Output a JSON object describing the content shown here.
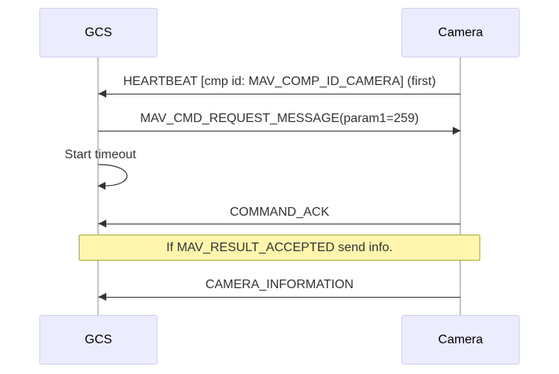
{
  "diagram": {
    "type": "sequence-diagram",
    "actors": {
      "left": {
        "name": "GCS"
      },
      "right": {
        "name": "Camera"
      }
    },
    "messages": [
      {
        "label": "HEARTBEAT [cmp id: MAV_COMP_ID_CAMERA] (first)",
        "from": "Camera",
        "to": "GCS",
        "kind": "solid-arrow"
      },
      {
        "label": "MAV_CMD_REQUEST_MESSAGE(param1=259)",
        "from": "GCS",
        "to": "Camera",
        "kind": "solid-arrow"
      },
      {
        "label": "Start timeout",
        "from": "GCS",
        "to": "GCS",
        "kind": "self-loop"
      },
      {
        "label": "COMMAND_ACK",
        "from": "Camera",
        "to": "GCS",
        "kind": "solid-arrow"
      },
      {
        "label": "CAMERA_INFORMATION",
        "from": "Camera",
        "to": "GCS",
        "kind": "solid-arrow"
      }
    ],
    "note": {
      "label": "If MAV_RESULT_ACCEPTED send info."
    },
    "colors": {
      "actor_fill": "#ECECFF",
      "actor_border": "#CFCFEF",
      "note_fill": "#FFF5AD",
      "note_border": "#AAAA33",
      "line": "#333333",
      "lifeline": "#999999"
    }
  }
}
